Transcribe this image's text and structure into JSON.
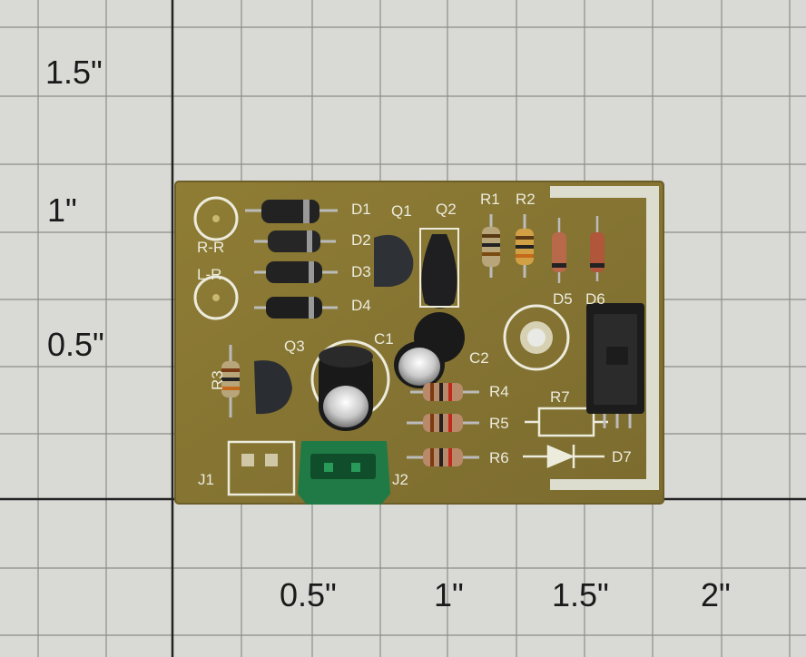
{
  "ruler": {
    "y_labels": [
      "1.5\"",
      "1\"",
      "0.5\""
    ],
    "x_labels": [
      "0.5\"",
      "1\"",
      "1.5\"",
      "2\""
    ]
  },
  "board": {
    "labels": {
      "rr": "R-R",
      "lr": "L-R",
      "d1": "D1",
      "d2": "D2",
      "d3": "D3",
      "d4": "D4",
      "q1": "Q1",
      "q2": "Q2",
      "q3": "Q3",
      "r1": "R1",
      "r2": "R2",
      "r3": "R3",
      "r4": "R4",
      "r5": "R5",
      "r6": "R6",
      "r7": "R7",
      "d5": "D5",
      "d6": "D6",
      "d7": "D7",
      "c1": "C1",
      "c2": "C2",
      "j1": "J1",
      "j2": "J2"
    }
  },
  "colors": {
    "paper": "#d9d9d6",
    "grid": "#8d8d8a",
    "board": "#8b7a34",
    "silkscreen": "#ecebdc",
    "component_black": "#1e1e1e",
    "connector_green": "#1f7a45"
  }
}
